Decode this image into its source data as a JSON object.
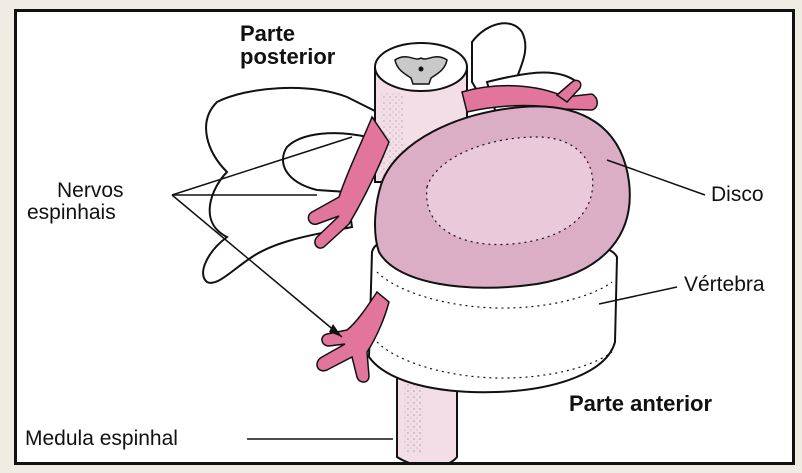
{
  "labels": {
    "posterior_line1": "Parte",
    "posterior_line2": "posterior",
    "nervos_line1": "Nervos",
    "nervos_line2": "espinhais",
    "disco": "Disco",
    "vertebra": "Vértebra",
    "anterior": "Parte anterior",
    "medula": "Medula espinhal"
  },
  "colors": {
    "nerve_pink": "#e2759c",
    "disc_pink": "#dcaec6",
    "disc_pink_light": "#e9c9da",
    "cord_pink": "#f3dde6",
    "outline": "#111111",
    "frame": "#111111",
    "paper": "#efece4"
  }
}
